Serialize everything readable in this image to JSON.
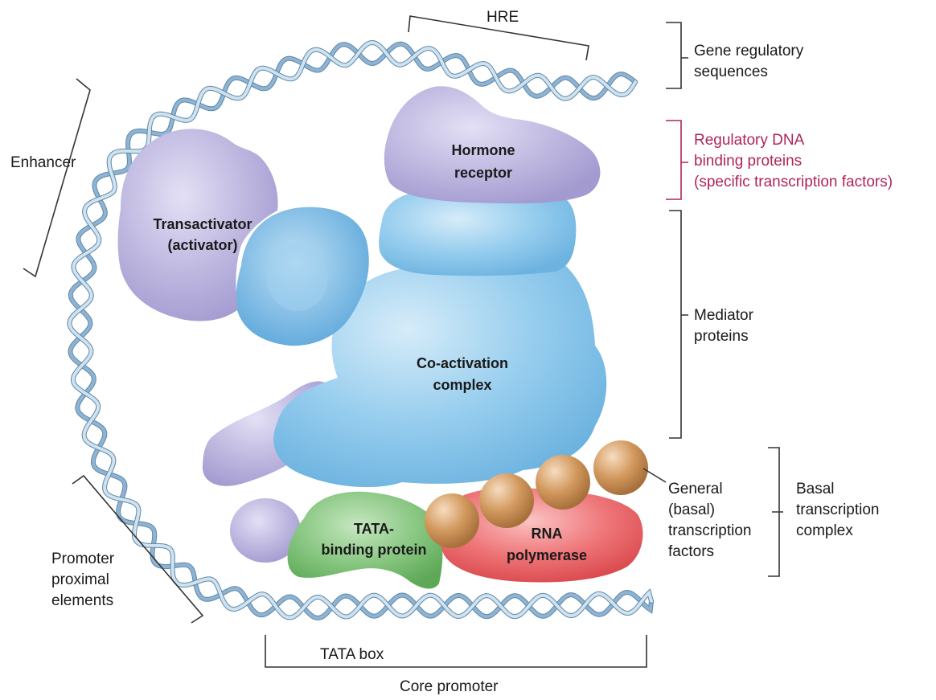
{
  "labels": {
    "hre": "HRE",
    "gene_regulatory_1": "Gene regulatory",
    "gene_regulatory_2": "sequences",
    "regulatory_dna_1": "Regulatory DNA",
    "regulatory_dna_2": "binding proteins",
    "regulatory_dna_3": "(specific transcription factors)",
    "mediator_1": "Mediator",
    "mediator_2": "proteins",
    "general_1": "General",
    "general_2": "(basal)",
    "general_3": "transcription",
    "general_4": "factors",
    "basal_1": "Basal",
    "basal_2": "transcription",
    "basal_3": "complex",
    "enhancer": "Enhancer",
    "promoter_1": "Promoter",
    "promoter_2": "proximal",
    "promoter_3": "elements",
    "tata_box": "TATA box",
    "core_promoter": "Core promoter"
  },
  "proteins": {
    "hormone_1": "Hormone",
    "hormone_2": "receptor",
    "transactivator_1": "Transactivator",
    "transactivator_2": "(activator)",
    "coactivation_1": "Co-activation",
    "coactivation_2": "complex",
    "tata_1": "TATA-",
    "tata_2": "binding protein",
    "rna_1": "RNA",
    "rna_2": "polymerase"
  },
  "colors": {
    "dna_strand": "#8fb4d3",
    "lavender": "#b9b3dc",
    "mediator_blue": "#8cc6e8",
    "tbp_green": "#7ec07a",
    "rna_red": "#e85a5e",
    "gtf_orange": "#c99055",
    "regulatory_label": "#b0245a"
  }
}
